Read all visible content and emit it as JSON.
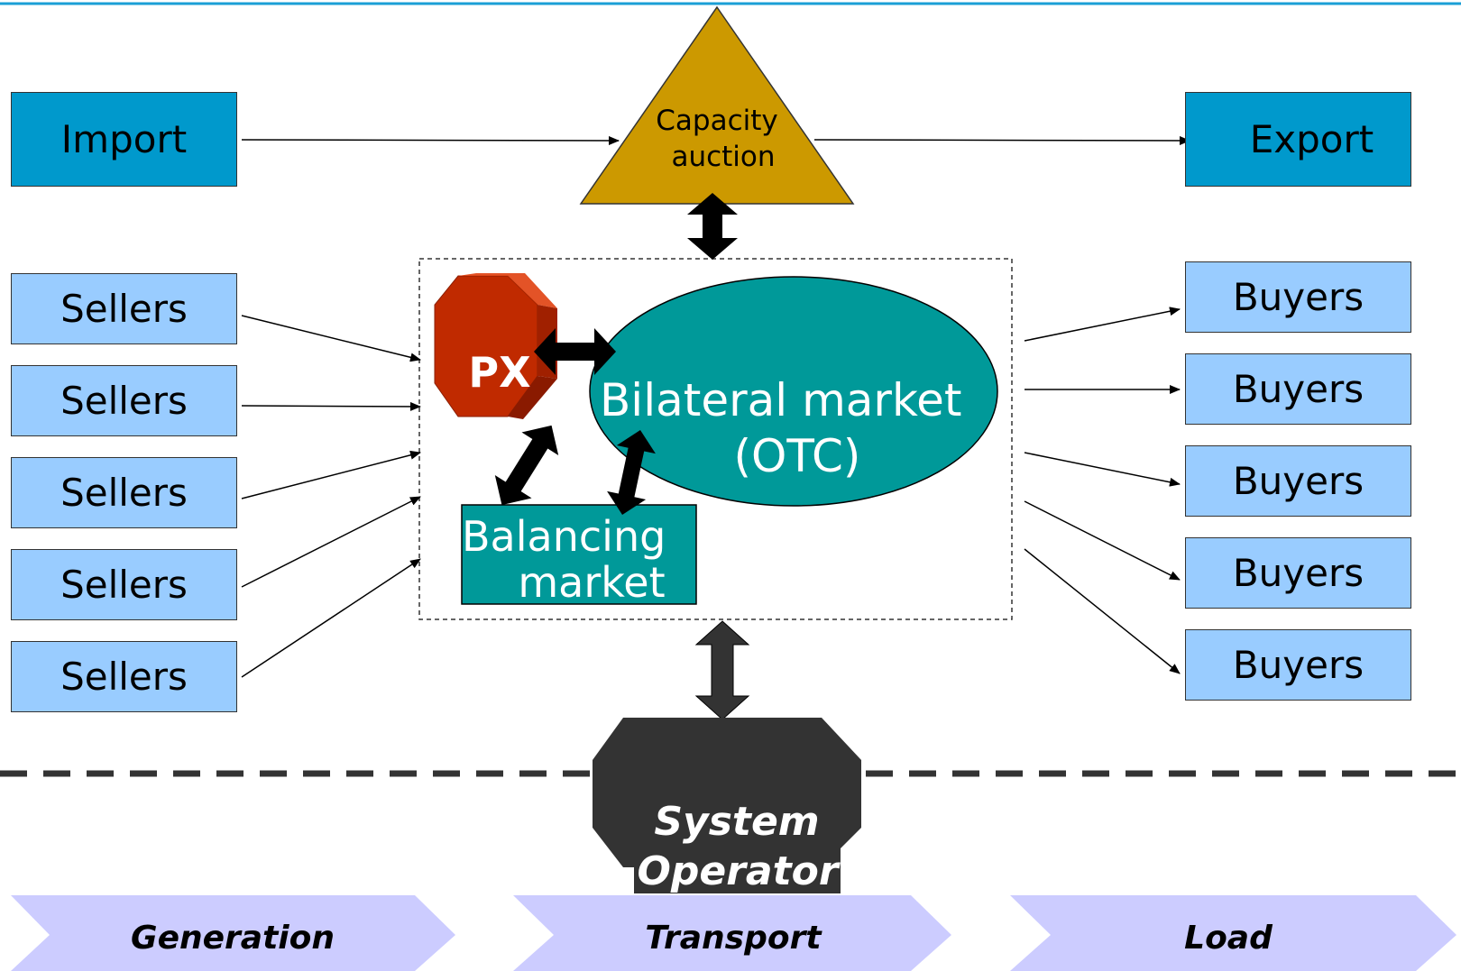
{
  "diagram": {
    "import_label": "Import",
    "export_label": "Export",
    "capacity_auction": [
      "Capacity",
      "auction"
    ],
    "sellers": [
      "Sellers",
      "Sellers",
      "Sellers",
      "Sellers",
      "Sellers"
    ],
    "buyers": [
      "Buyers",
      "Buyers",
      "Buyers",
      "Buyers",
      "Buyers"
    ],
    "px_label": "PX",
    "bilateral_market": [
      "Bilateral market",
      "(OTC)"
    ],
    "balancing_market": [
      "Balancing",
      "market"
    ],
    "system_operator": [
      "System",
      "Operator"
    ],
    "stages": [
      "Generation",
      "Transport",
      "Load"
    ]
  },
  "colors": {
    "top_line": "#1a9fd6",
    "dark_blue_box": "#0099cc",
    "light_blue_box": "#99ccff",
    "capacity_triangle": "#cc9900",
    "px_octagon": "#c02a00",
    "teal": "#009999",
    "system_operator": "#333333",
    "stage_chevron": "#ccccff"
  }
}
